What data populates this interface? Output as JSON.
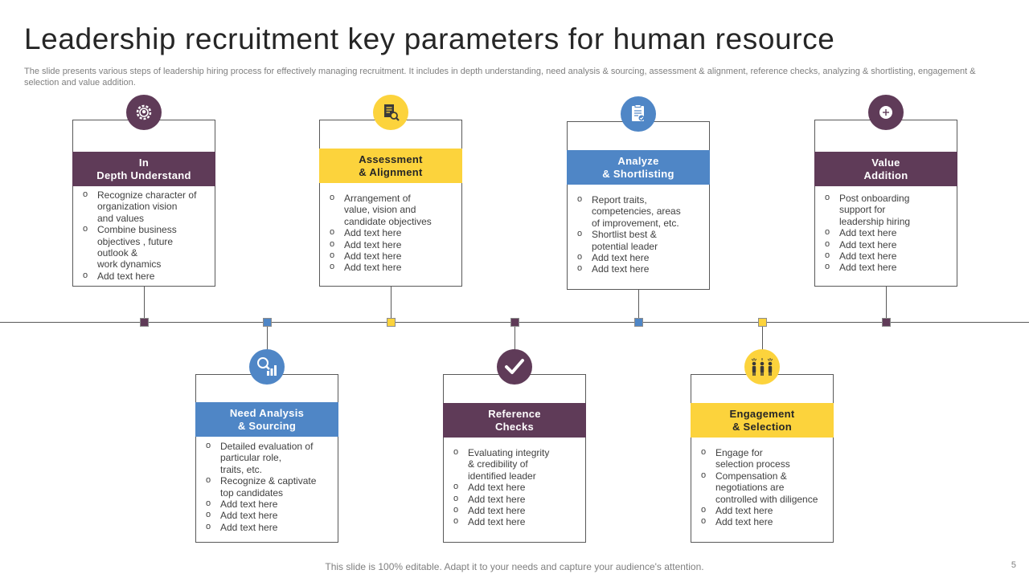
{
  "title": "Leadership recruitment key parameters for human resource",
  "subtitle": "The slide presents various steps of leadership hiring process for effectively managing recruitment. It includes in depth understanding, need analysis & sourcing, assessment & alignment, reference checks, analyzing & shortlisting, engagement & selection and value addition.",
  "colors": {
    "purple": "#5f3b58",
    "blue": "#4f86c6",
    "yellow": "#fcd33c",
    "line": "#595959"
  },
  "steps": [
    {
      "title": "In\nDepth Understand",
      "icon": "gear-brain-icon",
      "color": "purple",
      "bullets": [
        "Recognize character of\norganization vision\nand values",
        "Combine business\nobjectives , future\noutlook &\nwork dynamics",
        "Add text here"
      ]
    },
    {
      "title": "Need Analysis\n& Sourcing",
      "icon": "magnifier-chart-icon",
      "color": "blue",
      "bullets": [
        "Detailed evaluation of\nparticular role,\ntraits, etc.",
        "Recognize & captivate\ntop candidates",
        "Add text here",
        "Add text here",
        "Add text here"
      ]
    },
    {
      "title": "Assessment\n& Alignment",
      "icon": "document-search-icon",
      "color": "yellow",
      "bullets": [
        "Arrangement of\nvalue, vision and\ncandidate objectives",
        "Add text here",
        "Add text here",
        "Add text here",
        "Add text here"
      ]
    },
    {
      "title": "Reference\nChecks",
      "icon": "checkmark-icon",
      "color": "purple",
      "bullets": [
        "Evaluating integrity\n& credibility of\nidentified leader",
        "Add text here",
        "Add text here",
        "Add text here",
        "Add text here"
      ]
    },
    {
      "title": "Analyze\n& Shortlisting",
      "icon": "clipboard-check-icon",
      "color": "blue",
      "bullets": [
        "Report traits,\ncompetencies, areas\nof improvement, etc.",
        "Shortlist best &\npotential leader",
        "Add text here",
        "Add text here"
      ]
    },
    {
      "title": "Engagement\n& Selection",
      "icon": "people-group-icon",
      "color": "yellow",
      "bullets": [
        "Engage for\nselection process",
        "Compensation &\nnegotiations are\ncontrolled with diligence",
        "Add text here",
        "Add text here"
      ]
    },
    {
      "title": "Value\nAddition",
      "icon": "plus-circle-icon",
      "color": "purple",
      "bullets": [
        "Post onboarding\nsupport for\nleadership hiring",
        "Add text here",
        "Add text here",
        "Add text here",
        "Add text here"
      ]
    }
  ],
  "footer": "This slide is 100% editable. Adapt it to your needs and capture your audience's attention.",
  "page_number": "5"
}
